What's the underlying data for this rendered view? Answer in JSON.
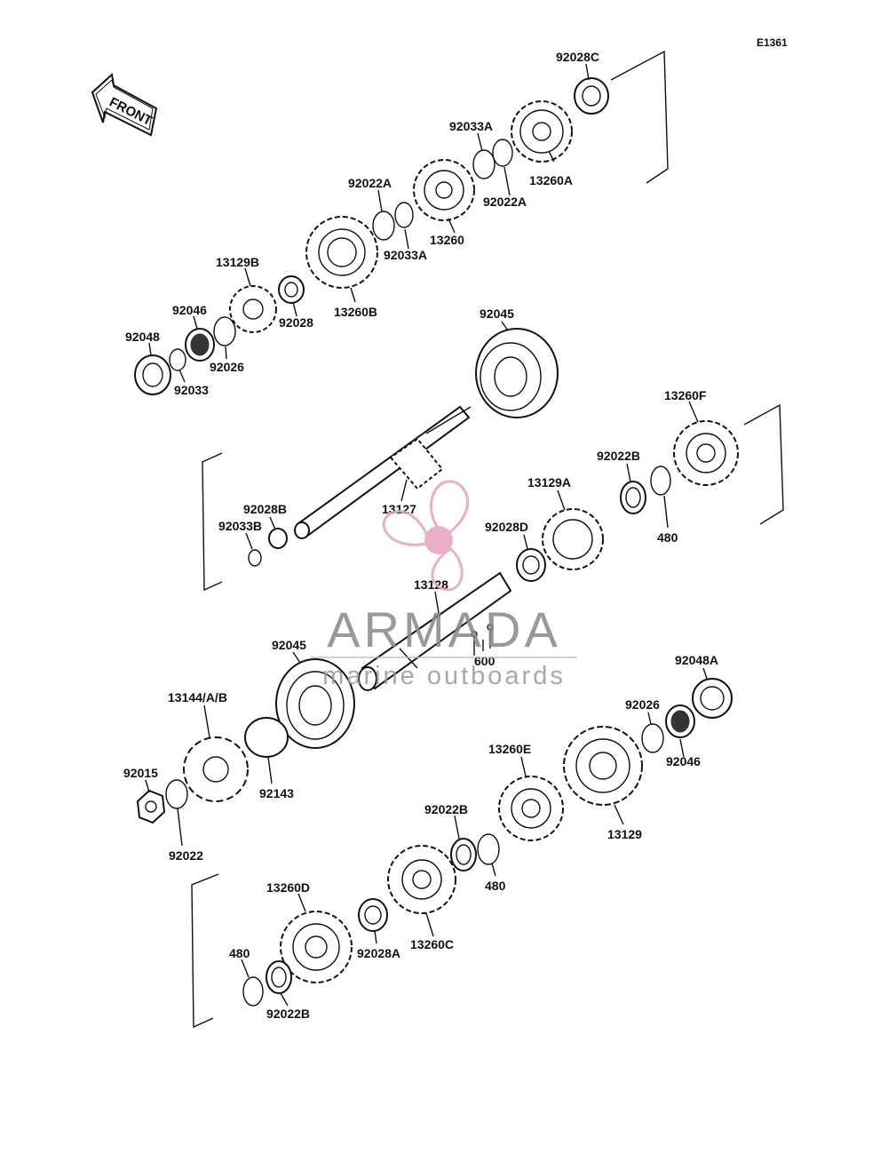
{
  "diagram_code": "E1361",
  "front_label": "FRONT",
  "watermark": {
    "brand": "ARMADA",
    "tagline": "marine outboards",
    "accent_color": "#e8a0bf",
    "icon": "propeller-logo"
  },
  "callouts": {
    "p92028C": "92028C",
    "p92033A_1": "92033A",
    "p13260A": "13260A",
    "p92022A_1": "92022A",
    "p92022A_2": "92022A",
    "p13260": "13260",
    "p92033A_2": "92033A",
    "p13129B": "13129B",
    "p13260B": "13260B",
    "p92046_1": "92046",
    "p92028": "92028",
    "p92048": "92048",
    "p92026_1": "92026",
    "p92033": "92033",
    "p92045_1": "92045",
    "p13260F": "13260F",
    "p92022B_1": "92022B",
    "p480_1": "480",
    "p13129A": "13129A",
    "p92028B": "92028B",
    "p92033B": "92033B",
    "p13127": "13127",
    "p92028D": "92028D",
    "p13128": "13128",
    "p600": "600",
    "p92045_2": "92045",
    "p92048A": "92048A",
    "p13144": "13144/A/B",
    "p92026_2": "92026",
    "p92046_2": "92046",
    "p92015": "92015",
    "p92143": "92143",
    "p13260E": "13260E",
    "p92022": "92022",
    "p92022B_2": "92022B",
    "p13129": "13129",
    "p480_2": "480",
    "p13260D": "13260D",
    "p480_3": "480",
    "p92028A": "92028A",
    "p13260C": "13260C",
    "p92022B_3": "92022B"
  }
}
